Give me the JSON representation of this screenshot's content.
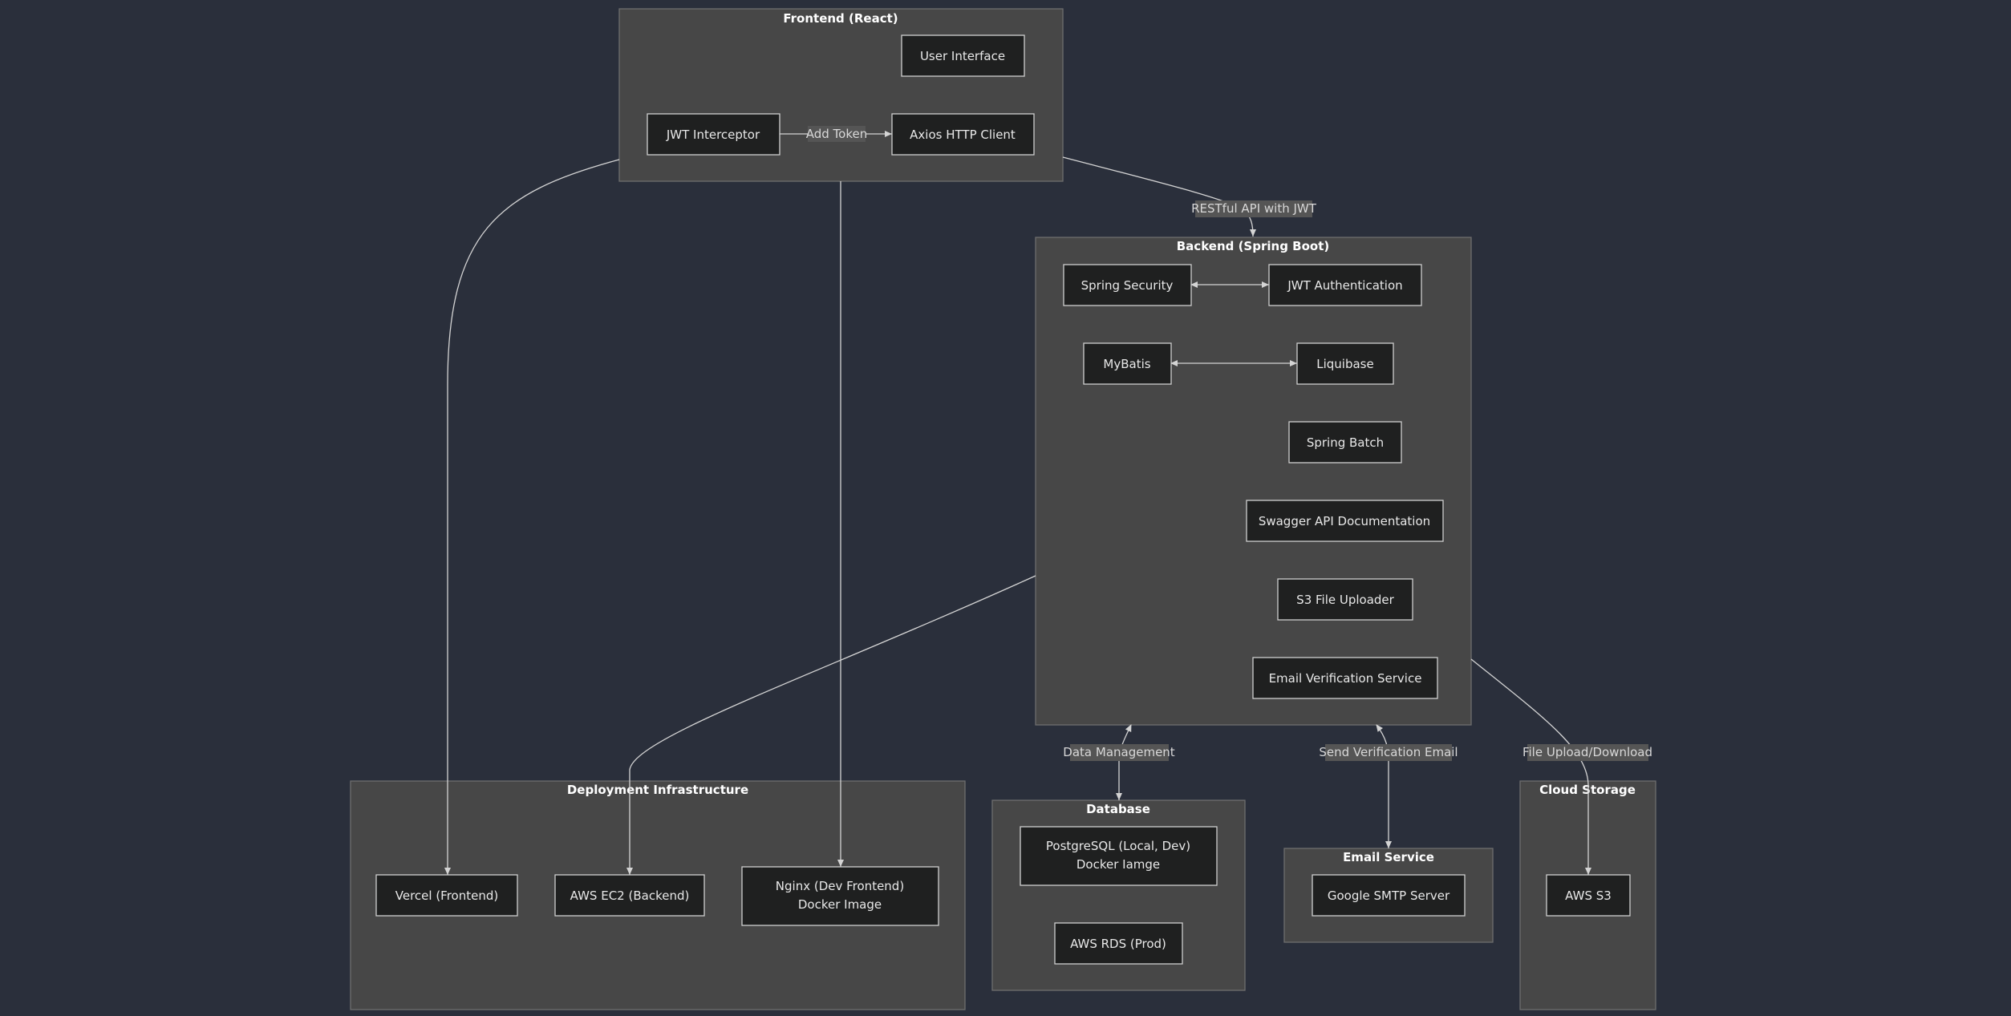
{
  "clusters": {
    "frontend": "Frontend (React)",
    "backend": "Backend (Spring Boot)",
    "deployment": "Deployment Infrastructure",
    "database": "Database",
    "email": "Email Service",
    "cloud": "Cloud Storage"
  },
  "nodes": {
    "user_interface": "User Interface",
    "jwt_interceptor": "JWT Interceptor",
    "axios_client": "Axios HTTP Client",
    "spring_security": "Spring Security",
    "jwt_auth": "JWT Authentication",
    "mybatis": "MyBatis",
    "liquibase": "Liquibase",
    "spring_batch": "Spring Batch",
    "swagger": "Swagger API Documentation",
    "s3_uploader": "S3 File Uploader",
    "email_verification": "Email Verification Service",
    "vercel": "Vercel (Frontend)",
    "aws_ec2": "AWS EC2 (Backend)",
    "nginx_line1": "Nginx (Dev Frontend)",
    "nginx_line2": "Docker Image",
    "postgres_line1": "PostgreSQL (Local, Dev)",
    "postgres_line2": "Docker Iamge",
    "aws_rds": "AWS RDS (Prod)",
    "smtp": "Google SMTP Server",
    "aws_s3": "AWS S3"
  },
  "edges": {
    "add_token": "Add Token",
    "restful": "RESTful API with JWT",
    "data_mgmt": "Data Management",
    "send_email": "Send Verification Email",
    "file_upload": "File Upload/Download"
  },
  "colors": {
    "background": "#2a2f3b",
    "cluster_fill": "#474747",
    "node_fill": "#1f2020",
    "edge_stroke": "#d4d4d4"
  }
}
